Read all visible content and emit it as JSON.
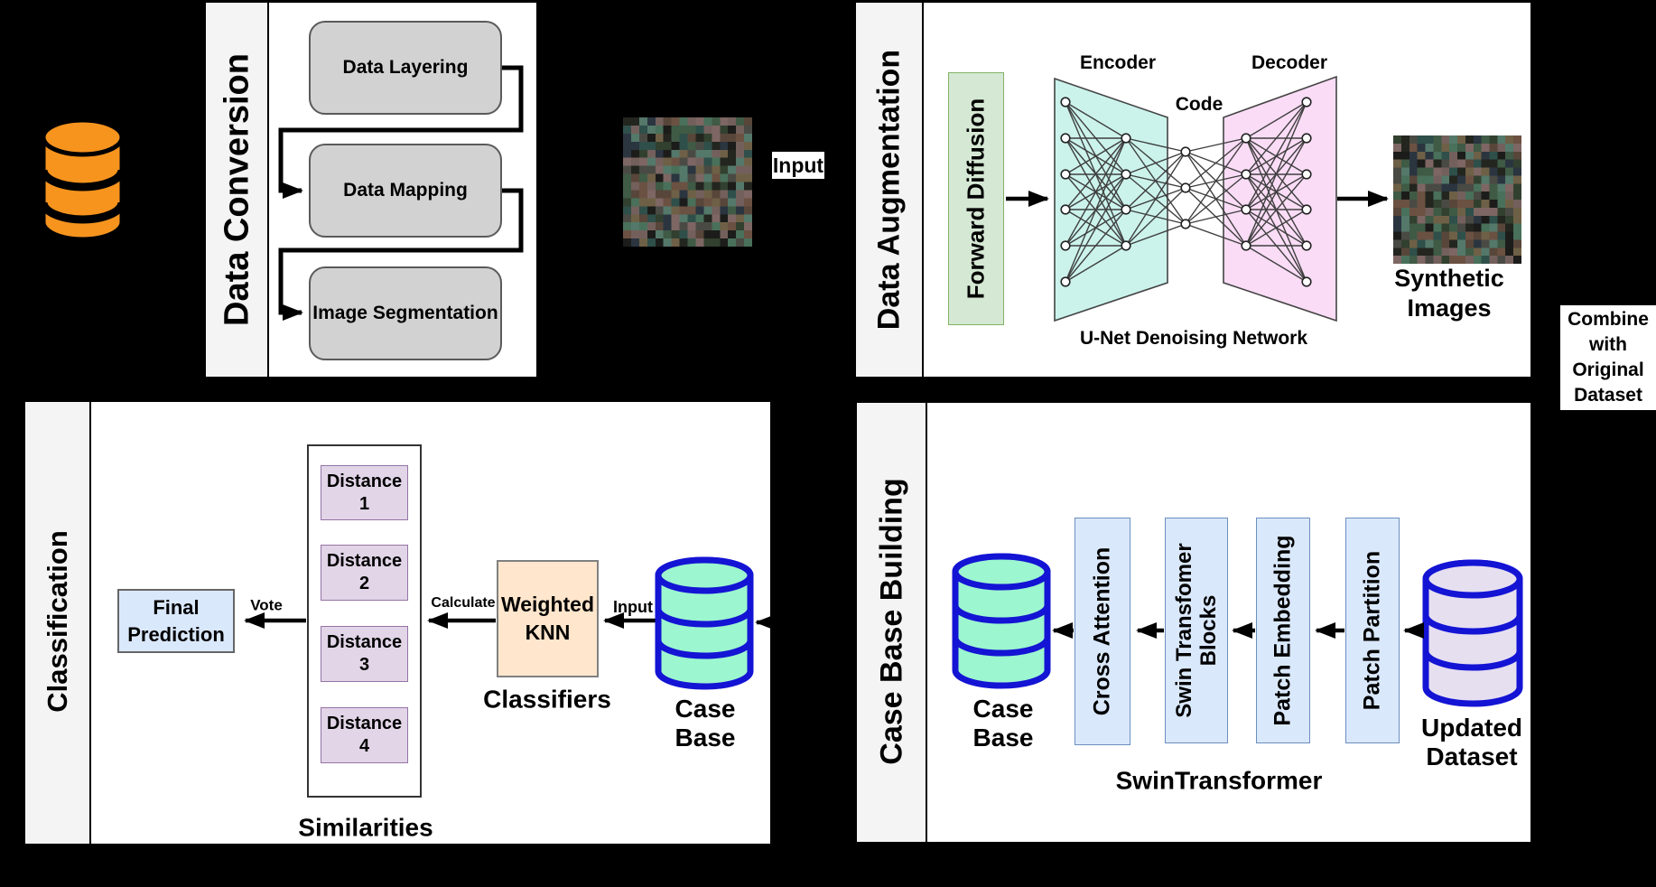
{
  "icons": {
    "source_dataset": "database-icon-orange",
    "classification_case_base": "database-icon-green",
    "building_case_base": "database-icon-green",
    "updated_dataset": "database-icon-purple"
  },
  "input_label": "Input",
  "combine_note": {
    "lines": [
      "Combine",
      "with",
      "Original",
      "Dataset"
    ]
  },
  "panels": {
    "data_conversion": {
      "title": "Data Conversion",
      "steps": [
        "Data Layering",
        "Data Mapping",
        "Image Segmentation"
      ]
    },
    "data_augmentation": {
      "title": "Data Augmentation",
      "forward_diffusion": "Forward Diffusion",
      "encoder_label": "Encoder",
      "code_label": "Code",
      "decoder_label": "Decoder",
      "network_caption": "U-Net Denoising Network",
      "output_caption_lines": [
        "Synthetic",
        "Images"
      ]
    },
    "classification": {
      "title": "Classification",
      "final_prediction_lines": [
        "Final",
        "Prediction"
      ],
      "vote_label": "Vote",
      "calculate_label": "Calculate",
      "input_label": "Input",
      "distances": [
        [
          "Distance",
          "1"
        ],
        [
          "Distance",
          "2"
        ],
        [
          "Distance",
          "3"
        ],
        [
          "Distance",
          "4"
        ]
      ],
      "similarities_caption": "Similarities",
      "knn_lines": [
        "Weighted",
        "KNN"
      ],
      "classifiers_caption": "Classifiers",
      "case_base_lines": [
        "Case",
        "Base"
      ]
    },
    "case_base_building": {
      "title": "Case Base Building",
      "case_base_lines": [
        "Case",
        "Base"
      ],
      "cross_attention": "Cross Attention",
      "swin_block_lines": [
        "Swin Transfomer",
        "Blocks"
      ],
      "patch_embedding": "Patch Embedding",
      "patch_partition": "Patch Partition",
      "updated_dataset_lines": [
        "Updated",
        "Dataset"
      ],
      "caption": "SwinTransformer"
    }
  },
  "colors": {
    "accent_blue_stroke": "#1414d4",
    "mint_fill": "#9cf6cf",
    "lavender_fill": "#e6dff0",
    "orange_fill": "#f7941e",
    "light_blue_fill": "#dae8fc",
    "purple_fill": "#e1d5e7",
    "green_fill": "#d5e8d4",
    "peach_fill": "#ffe6cc",
    "cyan_trapezoid": "#cbf3ec",
    "pink_trapezoid": "#fadcf6"
  },
  "noise_images": {
    "input": {
      "seed": 7,
      "cells": 16
    },
    "synthetic": {
      "seed": 23,
      "cells": 16
    },
    "palette": [
      "#23251f",
      "#32402f",
      "#3f5a45",
      "#49705a",
      "#2f4f4a",
      "#58463a",
      "#6b5142",
      "#73605c",
      "#4a4a44",
      "#2a3540",
      "#7d6663",
      "#6e6046",
      "#1c1c1a",
      "#54786a"
    ]
  }
}
